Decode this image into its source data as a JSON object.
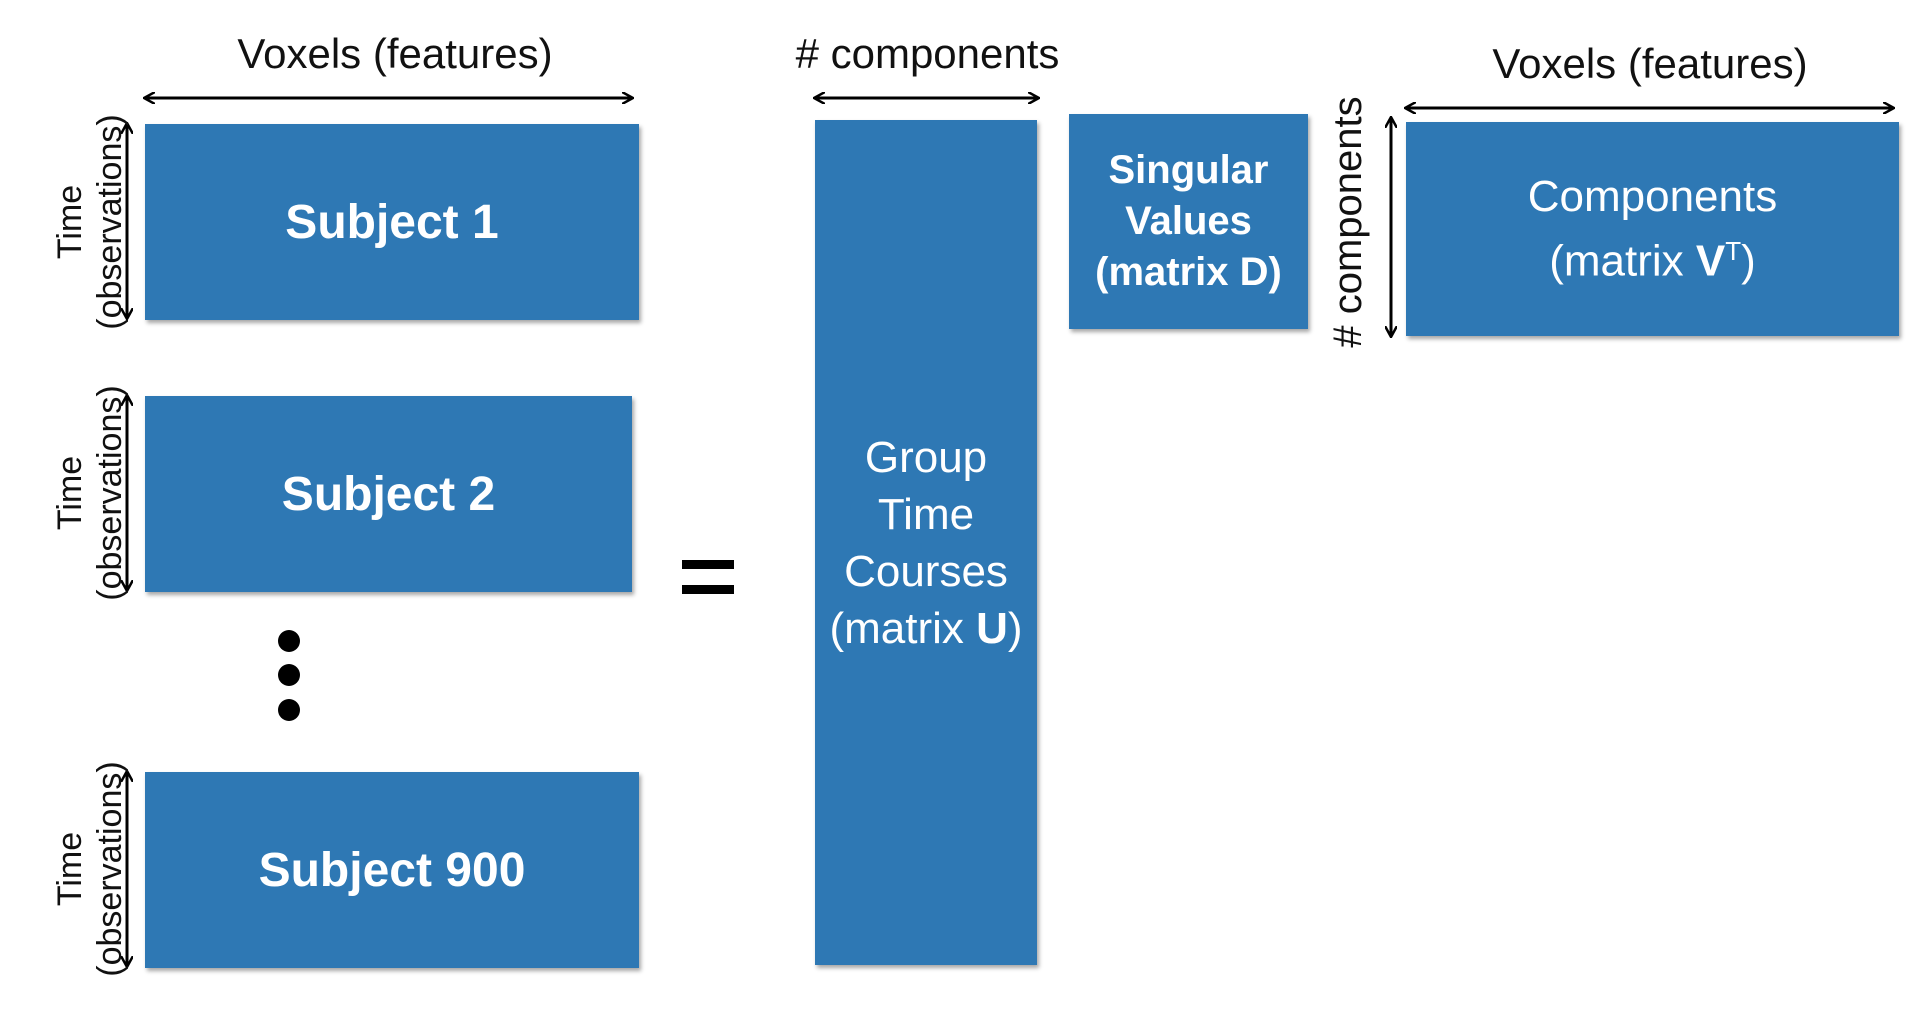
{
  "left": {
    "axis_label": "Voxels (features)",
    "row_label": "Time\n(observations)",
    "subjects": [
      "Subject 1",
      "Subject 2",
      "Subject 900"
    ]
  },
  "equals": "=",
  "u_matrix": {
    "axis_label": "# components",
    "line1": "Group\nTime\nCourses\n(matrix ",
    "symbol": "U",
    "line_end": ")"
  },
  "d_matrix": {
    "label": "Singular\nValues\n(matrix D)"
  },
  "v_matrix": {
    "axis_label": "Voxels (features)",
    "row_label": "# components",
    "line1": "Components\n(matrix ",
    "symbol": "V",
    "superscript": "T",
    "line_end": ")"
  },
  "colors": {
    "block": "#2e78b4",
    "text": "#ffffff",
    "line": "#000000"
  }
}
